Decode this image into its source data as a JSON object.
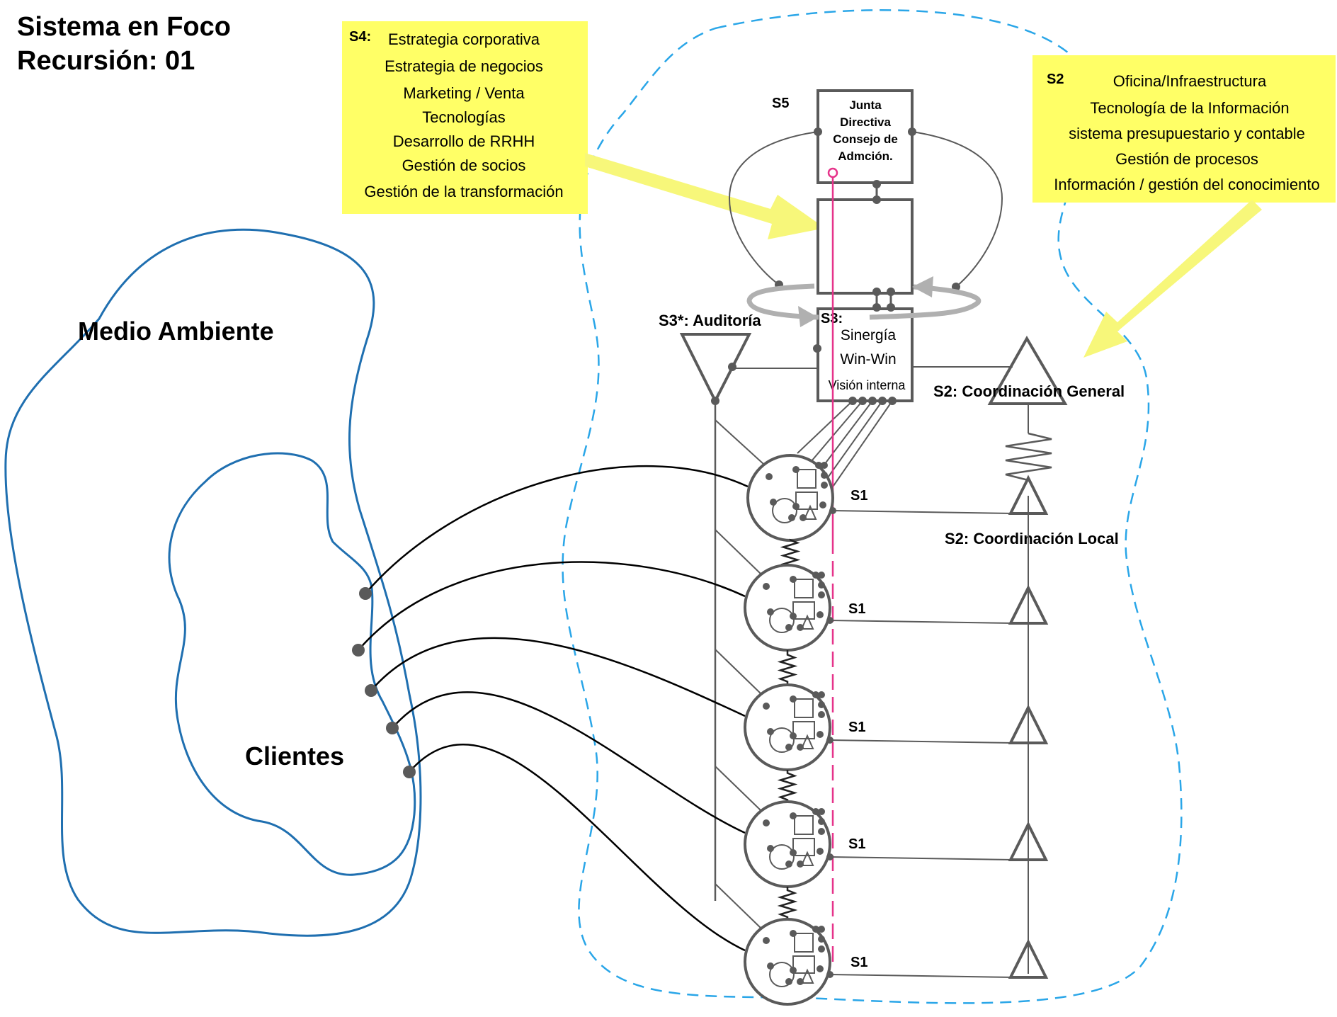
{
  "header": {
    "line1": "Sistema en Foco",
    "line2": "Recursión: 01"
  },
  "environment": {
    "medio_label": "Medio Ambiente",
    "clientes_label": "Clientes"
  },
  "s4_note": {
    "tag": "S4:",
    "items": [
      "Estrategia corporativa",
      "Estrategia de negocios",
      "Marketing / Venta",
      "Tecnologías",
      "Desarrollo de RRHH",
      "Gestión de socios",
      "Gestión de la transformación"
    ]
  },
  "s2_note": {
    "tag": "S2",
    "items": [
      "Oficina/Infraestructura",
      "Tecnología de la Información",
      "sistema presupuestario y contable",
      "Gestión de procesos",
      "Información / gestión del conocimiento"
    ]
  },
  "s5": {
    "tag": "S5",
    "lines": [
      "Junta",
      "Directiva",
      "Consejo de",
      "Admción."
    ]
  },
  "s3": {
    "tag": "S3:",
    "lines": [
      "Sinergía",
      "Win-Win",
      "Visión interna"
    ]
  },
  "s3_star_label": "S3*: Auditoría",
  "s2_general_label": "S2: Coordinación General",
  "s2_local_label": "S2: Coordinación Local",
  "s1_label": "S1",
  "colors": {
    "note_yellow": "#ffff66",
    "arrow_yellow": "#f7f77a",
    "dashed_blue": "#2aa6e8",
    "env_blue": "#1f6fb0",
    "audit_pink": "#e6338a",
    "stroke_grey": "#5a5a5a",
    "loop_grey": "#b0b0b0"
  }
}
